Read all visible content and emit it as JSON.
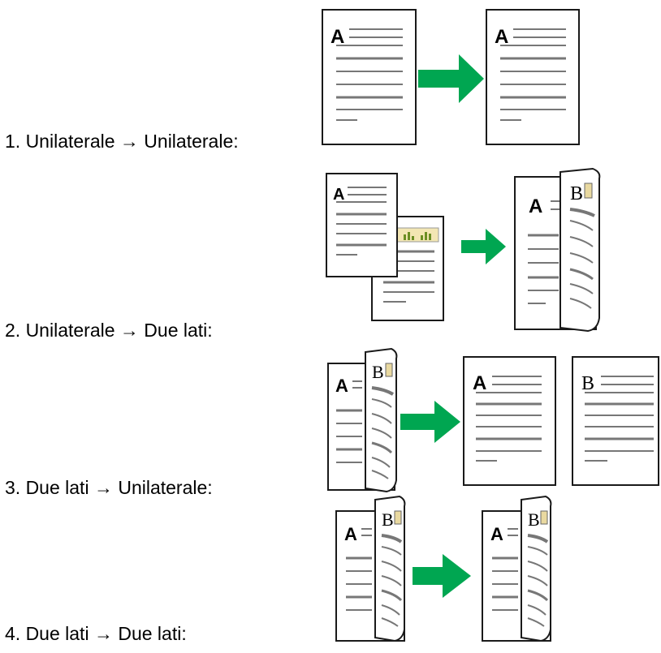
{
  "items": [
    {
      "label": "1. Unilaterale → Unilaterale:"
    },
    {
      "label": "2. Unilaterale → Due lati:"
    },
    {
      "label": "3. Due lati → Unilaterale:"
    },
    {
      "label": "4. Due lati → Due lati:"
    }
  ],
  "page_letters": {
    "front": "A",
    "back": "B"
  },
  "colors": {
    "arrow": "#00A651",
    "page_border": "#1a1a1a",
    "text_line": "#777777",
    "chart_tab": "#f3e6b3"
  }
}
